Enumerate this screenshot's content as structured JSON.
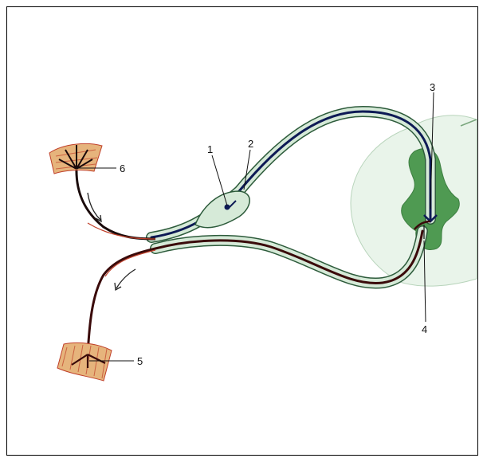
{
  "labels": {
    "l1": "1",
    "l2": "2",
    "l3": "3",
    "l4": "4",
    "l5": "5",
    "l6": "6"
  },
  "colors": {
    "nerve_sheath": "#d6ead8",
    "nerve_outline": "#2d5b3b",
    "axon": "#0d1a55",
    "motor_axon": "#3a0a0a",
    "grey_matter": "#4f9a52",
    "white_matter": "#e9f4ea",
    "muscle": "#e6b47c",
    "muscle_stripe": "#c0402a"
  }
}
